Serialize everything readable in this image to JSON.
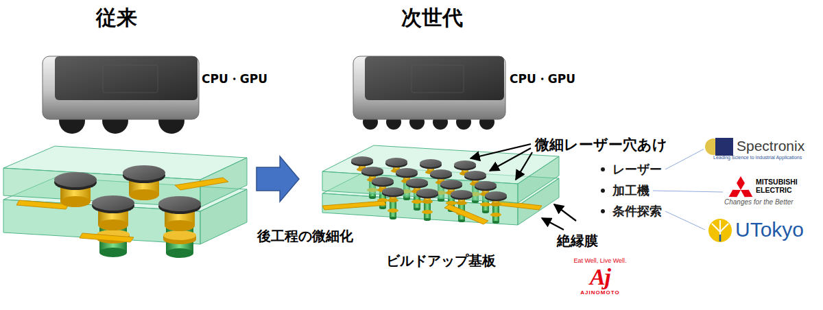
{
  "diagram": {
    "nodes": [
      {
        "text": [
          "CPU・GPU"
        ]
      },
      {
        "text": [
          "後工程の微細化"
        ]
      },
      {
        "text": [
          "CPU・GPU"
        ]
      },
      {
        "text": [
          "ビルドアップ基板"
        ]
      },
      {
        "text": [
          "レーザー"
        ]
      },
      {
        "text": [
          "加工機"
        ]
      },
      {
        "text": [
          "条件探索"
        ]
      },
      {
        "text": [
          "Spectronix",
          "Leading Science to Industrial Applications"
        ]
      },
      {
        "text": [
          "MITSUBISHI ELECTRIC",
          "Changes for the Better"
        ]
      },
      {
        "text": [
          "UTokyo"
        ]
      },
      {
        "text": [
          "Eat Well, Live Well.",
          "Aj",
          "AJINOMOTO"
        ]
      }
    ],
    "edges": [
      {
        "from": 1,
        "to": 3,
        "arrow": "to"
      },
      {
        "from": 4,
        "to": 7,
        "arrow": "none"
      },
      {
        "from": 5,
        "to": 8,
        "arrow": "none"
      },
      {
        "from": 6,
        "to": 9,
        "arrow": "none"
      }
    ],
    "labels": [
      "従来",
      "次世代",
      "微細レーザー穴あけ",
      "絶縁膜"
    ]
  }
}
